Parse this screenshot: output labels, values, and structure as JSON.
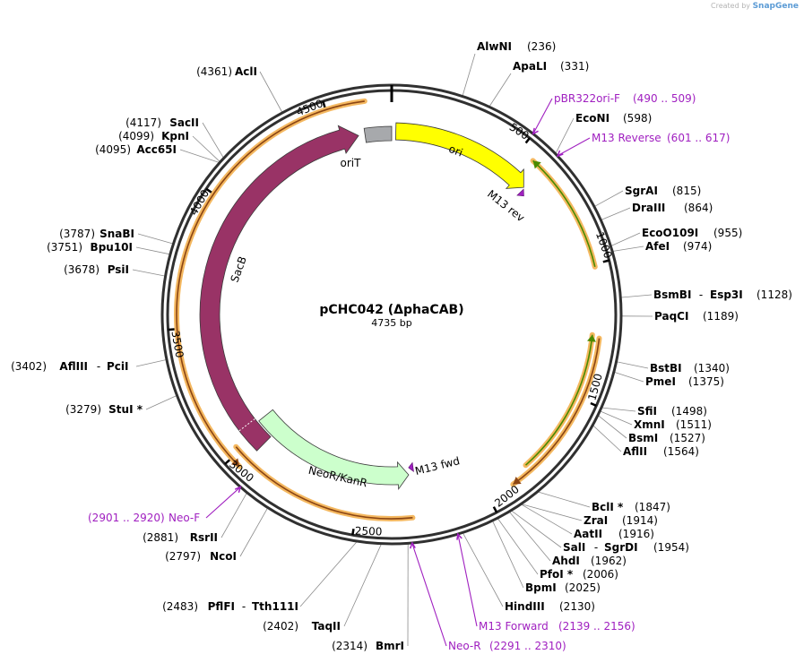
{
  "watermark": {
    "prefix": "Created by",
    "brand": "SnapGene"
  },
  "plasmid": {
    "name": "pCHC042 (ΔphaCAB)",
    "length": "4735 bp",
    "total_bp": 4735
  },
  "ticks": [
    "500",
    "1000",
    "1500",
    "2000",
    "2500",
    "3000",
    "3500",
    "4000",
    "4500"
  ],
  "features": [
    {
      "name": "ori",
      "start": 17,
      "end": 606,
      "dir": 1,
      "color": "#ffff00",
      "labeled": true
    },
    {
      "name": "oriT",
      "start": 4624,
      "end": 4735,
      "dir": 0,
      "color": "#a7a9ac",
      "labeled": true
    },
    {
      "name": "SacB",
      "start": 2955,
      "end": 4597,
      "dir": 1,
      "color": "#993366",
      "labeled": true
    },
    {
      "name": "NeoR/KanR",
      "start": 2288,
      "end": 3042,
      "dir": -1,
      "color": "#ccffcc",
      "labeled": true
    }
  ],
  "primers": [
    {
      "name": "M13 rev",
      "at": 621,
      "dir": 1,
      "labeled": true
    },
    {
      "name": "M13 fwd",
      "at": 2273,
      "dir": 1,
      "labeled": true
    }
  ],
  "enzymes_left": [
    {
      "name": "AclI",
      "pos": "(4361)"
    },
    {
      "name": "SacII",
      "pos": "(4117)"
    },
    {
      "name": "KpnI",
      "pos": "(4099)"
    },
    {
      "name": "Acc65I",
      "pos": "(4095)"
    },
    {
      "name": "SnaBI",
      "pos": "(3787)"
    },
    {
      "name": "Bpu10I",
      "pos": "(3751)"
    },
    {
      "name": "PsiI",
      "pos": "(3678)"
    },
    {
      "name": "AflIII",
      "name2": "PciI",
      "pos": "(3402)"
    },
    {
      "name": "StuI *",
      "pos": "(3279)"
    },
    {
      "name": "RsrII",
      "pos": "(2881)"
    },
    {
      "name": "NcoI",
      "pos": "(2797)"
    },
    {
      "name": "PflFI",
      "name2": "Tth111I",
      "pos": "(2483)"
    },
    {
      "name": "TaqII",
      "pos": "(2402)"
    },
    {
      "name": "BmrI",
      "pos": "(2314)"
    }
  ],
  "enzymes_right": [
    {
      "name": "AlwNI",
      "pos": "(236)"
    },
    {
      "name": "ApaLI",
      "pos": "(331)"
    },
    {
      "name": "EcoNI",
      "pos": "(598)"
    },
    {
      "name": "SgrAI",
      "pos": "(815)"
    },
    {
      "name": "DraIII",
      "pos": "(864)"
    },
    {
      "name": "EcoO109I",
      "pos": "(955)"
    },
    {
      "name": "AfeI",
      "pos": "(974)"
    },
    {
      "name": "BsmBI",
      "name2": "Esp3I",
      "pos": "(1128)"
    },
    {
      "name": "PaqCI",
      "pos": "(1189)"
    },
    {
      "name": "BstBI",
      "pos": "(1340)"
    },
    {
      "name": "PmeI",
      "pos": "(1375)"
    },
    {
      "name": "SfiI",
      "pos": "(1498)"
    },
    {
      "name": "XmnI",
      "pos": "(1511)"
    },
    {
      "name": "BsmI",
      "pos": "(1527)"
    },
    {
      "name": "AflII",
      "pos": "(1564)"
    },
    {
      "name": "BclI *",
      "pos": "(1847)"
    },
    {
      "name": "ZraI",
      "pos": "(1914)"
    },
    {
      "name": "AatII",
      "pos": "(1916)"
    },
    {
      "name": "SalI",
      "name2": "SgrDI",
      "pos": "(1954)"
    },
    {
      "name": "AhdI",
      "pos": "(1962)"
    },
    {
      "name": "PfoI *",
      "pos": "(2006)"
    },
    {
      "name": "BpmI",
      "pos": "(2025)"
    },
    {
      "name": "HindIII",
      "pos": "(2130)"
    }
  ],
  "primer_labels": [
    {
      "name": "pBR322ori-F",
      "range": "(490 .. 509)"
    },
    {
      "name": "M13 Reverse",
      "range": "(601 .. 617)"
    },
    {
      "name": "Neo-F",
      "range": "(2901 .. 2920)"
    },
    {
      "name": "M13 Forward",
      "range": "(2139 .. 2156)"
    },
    {
      "name": "Neo-R",
      "range": "(2291 .. 2310)"
    }
  ],
  "colors": {
    "primer": "#a020c0",
    "orf_border": "#f4b860",
    "orf_line": "#8b4513",
    "ori_arc": "#4a8a00"
  }
}
